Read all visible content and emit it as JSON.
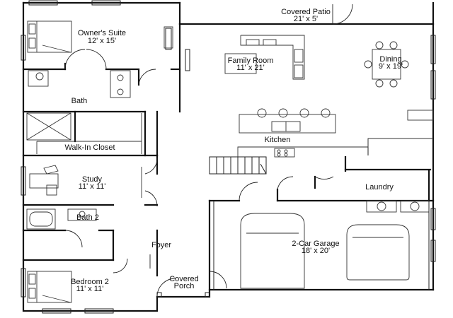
{
  "rooms": {
    "covered_patio": {
      "name": "Covered Patio",
      "size": "21' x 5'"
    },
    "owners_suite": {
      "name": "Owner's Suite",
      "size": "12' x 15'"
    },
    "family_room": {
      "name": "Family Room",
      "size": "11' x 21'"
    },
    "dining": {
      "name": "Dining",
      "size": "9' x 19'"
    },
    "bath": {
      "name": "Bath"
    },
    "kitchen": {
      "name": "Kitchen"
    },
    "walk_in_closet": {
      "name": "Walk-In Closet"
    },
    "study": {
      "name": "Study",
      "size": "11' x 11'"
    },
    "laundry": {
      "name": "Laundry"
    },
    "bath_2": {
      "name": "Bath 2"
    },
    "foyer": {
      "name": "Foyer"
    },
    "garage": {
      "name": "2-Car Garage",
      "size": "18' x 20'"
    },
    "bedroom_2": {
      "name": "Bedroom 2",
      "size": "11' x 11'"
    },
    "covered_porch": {
      "name": "Covered",
      "name2": "Porch"
    }
  }
}
